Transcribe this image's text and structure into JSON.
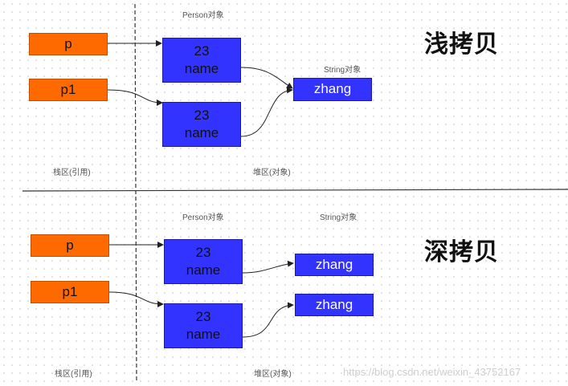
{
  "top": {
    "title": "浅拷贝",
    "ref_p": "p",
    "ref_p1": "p1",
    "person_label": "Person对象",
    "string_label": "String对象",
    "obj1": {
      "age": "23",
      "field": "name"
    },
    "obj2": {
      "age": "23",
      "field": "name"
    },
    "string_value": "zhang",
    "stack_label": "栈区(引用)",
    "heap_label": "堆区(对象)"
  },
  "bottom": {
    "title": "深拷贝",
    "ref_p": "p",
    "ref_p1": "p1",
    "person_label": "Person对象",
    "string_label": "String对象",
    "obj1": {
      "age": "23",
      "field": "name"
    },
    "obj2": {
      "age": "23",
      "field": "name"
    },
    "string_value_1": "zhang",
    "string_value_2": "zhang",
    "stack_label": "栈区(引用)",
    "heap_label": "堆区(对象)"
  },
  "watermark": "https://blog.csdn.net/weixin_43752167",
  "colors": {
    "reference": "#ff6a00",
    "object": "#3333ff",
    "arrow": "#222222"
  }
}
